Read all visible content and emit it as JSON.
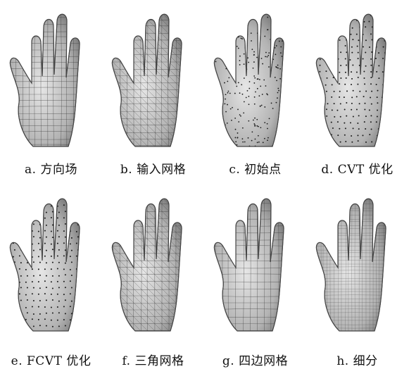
{
  "panels": [
    {
      "caption": "a.  方向场",
      "style": "field"
    },
    {
      "caption": "b.  输入网格",
      "style": "trimesh"
    },
    {
      "caption": "c.  初始点",
      "style": "dots"
    },
    {
      "caption": "d. CVT 优化",
      "style": "dots-regular"
    },
    {
      "caption": "e. FCVT 优化",
      "style": "dots-aligned"
    },
    {
      "caption": "f.  三角网格",
      "style": "trimesh"
    },
    {
      "caption": "g.  四边网格",
      "style": "quadmesh"
    },
    {
      "caption": "h.  细分",
      "style": "fine-quad"
    }
  ],
  "colors": {
    "surface_light": "#e6e6e6",
    "surface_dark": "#7a7a7a",
    "line": "#333333",
    "dot": "#1a1a1a"
  }
}
